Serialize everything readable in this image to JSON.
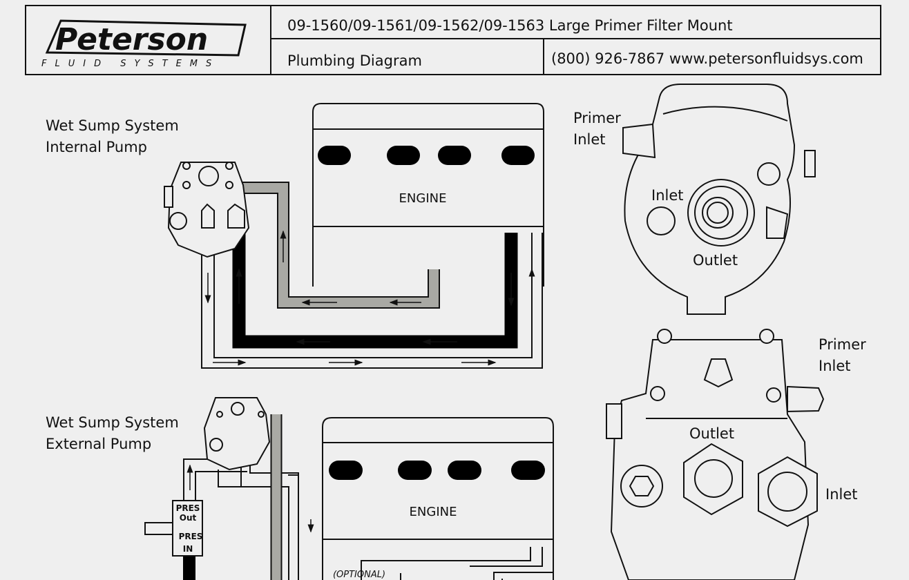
{
  "header": {
    "logo_text": "Peterson",
    "logo_sub": "FLUID SYSTEMS",
    "title": "09-1560/09-1561/09-1562/09-1563 Large Primer Filter Mount",
    "subtitle": "Plumbing Diagram",
    "contact": "(800) 926-7867  www.petersonfluidsys.com"
  },
  "internal": {
    "title_line1": "Wet Sump System",
    "title_line2": "Internal Pump",
    "engine_label": "ENGINE"
  },
  "external": {
    "title_line1": "Wet Sump System",
    "title_line2": "External Pump",
    "engine_label": "ENGINE",
    "pres_out_1": "PRES",
    "pres_out_2": "Out",
    "pres_in_1": "PRES",
    "pres_in_2": "IN",
    "optional": "(OPTIONAL)"
  },
  "filter_top": {
    "primer_1": "Primer",
    "primer_2": "Inlet",
    "inlet": "Inlet",
    "outlet": "Outlet"
  },
  "filter_bottom": {
    "primer_1": "Primer",
    "primer_2": "Inlet",
    "outlet": "Outlet",
    "inlet": "Inlet"
  },
  "colors": {
    "background": "#efefef",
    "line": "#111111",
    "hose_gray": "#a9a9a4",
    "hose_black": "#000000"
  }
}
